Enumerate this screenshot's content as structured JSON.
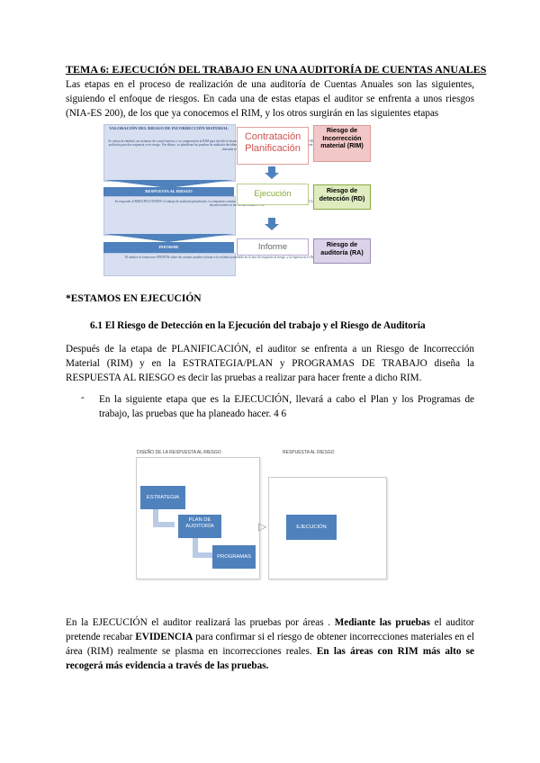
{
  "title": "TEMA 6: EJECUCIÓN DEL TRABAJO EN UNA AUDITORÍA DE CUENTAS ANUALES",
  "intro": "Las etapas en el proceso de realización de una auditoría de Cuentas Anuales son las siguientes, siguiendo el enfoque de riesgos. En cada una de estas etapas el auditor se enfrenta a unos riesgos (NIA-ES 200), de los que ya conocemos el RIM, y los otros surgirán en las siguientes etapas",
  "figure1": {
    "block1_title": "VALORACIÓN DEL RIESGO DE INCORRECCIÓN MATERIAL",
    "block1_text": "Se valora la entidad, sus sistemas de control interno y su comprensión al RIM para decidir el alcance del trabajo. Una vez conocemos el auditor se valora el RIM (planificación) y diseña el enfoque de auditoría para dar respuesta a ese riesgo. Por último, se planifican las pruebas de auditoría decidiendo cuáles son más adecuadas, con qué alcance se aplicarán y en qué momento para que la evidencia obtenida sea suficiente.",
    "block2_title": "RESPUESTA AL RIESGO",
    "block2_text": "Se responde al RIM EJECUTANDO el trabajo de auditoría planificado. La respuesta consiste en aplicar pruebas de auditoría para obtener la EVIDENCIA suficiente y adecuada sobre si hay incorrecciones en las cuentas anuales o no.",
    "block3_title": "INFORME",
    "block3_text": "El auditor se forma una OPINIÓN sobre las cuentas anuales en base a la evidencia obtenida en la fase de respuesta al riesgo, y la expresa en el INFORME DE AUDITORÍA.",
    "stage1": "Contratación\nPlanificación",
    "stage2": "Ejecución",
    "stage3": "Informe",
    "risk1": "Riesgo de\nIncorrección\nmaterial (RIM)",
    "risk2": "Riesgo de\ndetección (RD)",
    "risk3": "Riesgo de\nauditoría (RA)",
    "color_accent": "#4f81bd",
    "color_stage1_text": "#d0504f",
    "color_stage2_text": "#8aaa3c",
    "color_stage3_text": "#8064a2",
    "color_risk1_bg": "#f2c7c7",
    "color_risk2_bg": "#dfecc0",
    "color_risk3_bg": "#dcd3ea"
  },
  "heading_estamos": "*ESTAMOS EN EJECUCIÓN",
  "heading_section": "6.1 El Riesgo de Detección en la Ejecución del trabajo y el Riesgo de Auditoría",
  "para2": "Después de la etapa de PLANIFICACIÓN, el auditor se enfrenta a un Riesgo de Incorrección Material (RIM) y en la ESTRATEGIA/PLAN y PROGRAMAS DE TRABAJO diseña la RESPUESTA AL RIESGO es decir las pruebas a realizar para hacer frente a dicho RIM.",
  "bullet_dash": "-",
  "bullet1": "En la siguiente etapa que es la EJECUCIÓN, llevará a cabo el Plan y los Programas de trabajo, las pruebas que ha planeado hacer. 4 6",
  "figure2": {
    "left_title": "DISEÑO DE LA RESPUESTA AL RIESGO",
    "right_title": "RESPUESTA AL RIESGO",
    "box1": "ESTRATEGIA",
    "box2": "PLAN DE AUDITORÍA",
    "box3": "PROGRAMAS",
    "box4": "EJECUCIÓN",
    "arrow": "▷"
  },
  "para4_a": "En la EJECUCIÓN el auditor realizará las pruebas por áreas . ",
  "para4_b": "Mediante las pruebas",
  "para4_c": " el auditor pretende recabar ",
  "para4_d": "EVIDENCIA",
  "para4_e": " para confirmar si el riesgo de obtener incorrecciones materiales en el área (RIM) realmente se plasma en incorrecciones reales. ",
  "para4_f": "En las áreas con RIM más alto se recogerá más evidencia a través de las pruebas."
}
